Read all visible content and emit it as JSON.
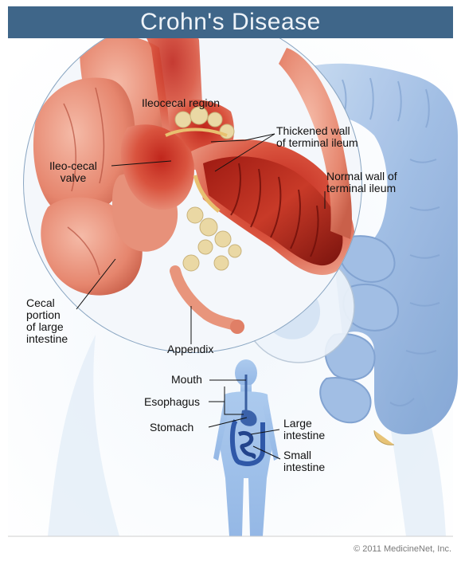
{
  "title": "Crohn's Disease",
  "labels": {
    "ileocecal_region": "Ileocecal region",
    "thickened_wall": [
      "Thickened wall",
      "of terminal ileum"
    ],
    "ileo_cecal_valve": [
      "Ileo-cecal",
      "valve"
    ],
    "normal_wall": [
      "Normal wall of",
      "terminal ileum"
    ],
    "cecal_portion": [
      "Cecal",
      "portion",
      "of large",
      "intestine"
    ],
    "appendix": "Appendix",
    "mouth": "Mouth",
    "esophagus": "Esophagus",
    "stomach": "Stomach",
    "large_intestine": [
      "Large",
      "intestine"
    ],
    "small_intestine": [
      "Small",
      "intestine"
    ]
  },
  "copyright": "© 2011 MedicineNet, Inc.",
  "colors": {
    "title_bar": "#3f6689",
    "body_blue": "#a9c4e8",
    "tissue_red": "#d8503c",
    "tissue_pink": "#f0a690",
    "fat_yellow": "#e8d6a0"
  }
}
